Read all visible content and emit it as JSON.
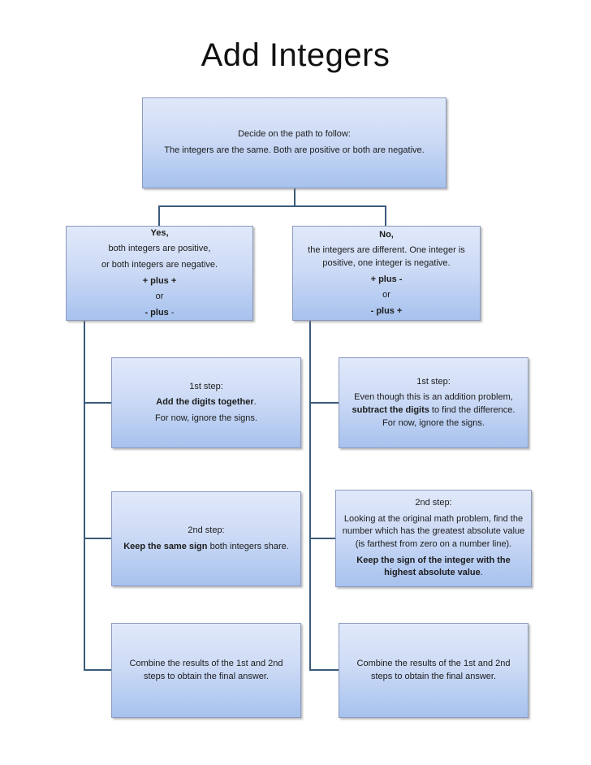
{
  "page": {
    "title": "Add Integers"
  },
  "colors": {
    "background": "#ffffff",
    "connector_line": "#3a5b79",
    "box_border": "#8b9abe",
    "box_fill_top": "#e0e9fa",
    "box_fill_bottom": "#a7c2ee",
    "text": "#1c1c1c"
  },
  "boxes": {
    "decide": {
      "line1": "Decide on the path to follow:",
      "line2": "The integers are the same. Both are positive or both are negative."
    },
    "yes": {
      "heading": "Yes,",
      "line1": "both integers are positive,",
      "line2": "or both integers are negative.",
      "op1": "+ plus +",
      "or": "or",
      "op2_bold": "- plus",
      "op2_rest": " -"
    },
    "no": {
      "heading": "No,",
      "body": "the integers are different. One integer is positive, one integer is negative.",
      "op1": "+ plus -",
      "or": "or",
      "op2": "- plus +"
    },
    "left_step1": {
      "heading": "1st step:",
      "bold": "Add the digits together",
      "after_bold": ".",
      "line2": "For now, ignore the signs."
    },
    "right_step1": {
      "heading": "1st step:",
      "pre_bold": "Even though this is an addition problem, ",
      "bold": "subtract the digits",
      "after_bold": " to find the difference. For now, ignore the signs."
    },
    "left_step2": {
      "heading": "2nd step:",
      "bold": "Keep the same sign",
      "after_bold": " both integers share."
    },
    "right_step2": {
      "heading": "2nd step:",
      "body": "Looking at the original math problem, find the number which has the greatest absolute value (is farthest from zero on a number line).",
      "bold": "Keep the sign of the integer with the highest absolute value",
      "after_bold": "."
    },
    "left_final": {
      "body": "Combine the results of the 1st and 2nd steps to obtain the final answer."
    },
    "right_final": {
      "body": "Combine the results of the 1st and 2nd steps to obtain the final answer."
    }
  }
}
